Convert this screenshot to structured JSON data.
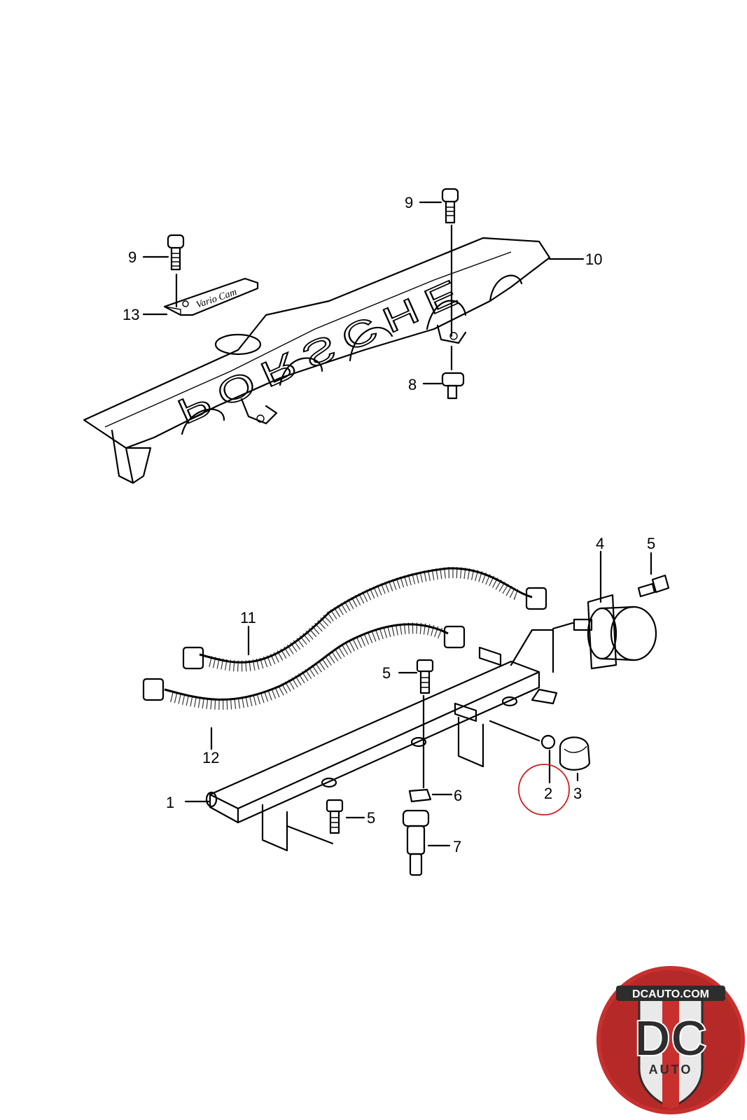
{
  "callouts": {
    "c1": "1",
    "c2": "2",
    "c3": "3",
    "c4": "4",
    "c5a": "5",
    "c5b": "5",
    "c5c": "5",
    "c6": "6",
    "c7": "7",
    "c8": "8",
    "c9a": "9",
    "c9b": "9",
    "c10": "10",
    "c11": "11",
    "c12": "12",
    "c13": "13"
  },
  "cover_lettering": "PORSCHE",
  "plate_lettering": "Vario Cam",
  "highlight": {
    "part": "2",
    "color": "#cc1f1f"
  },
  "logo": {
    "top_text": "DCAUTO.COM",
    "letters": "DC",
    "bottom_text": "AUTO",
    "colors": {
      "red": "#c8302e",
      "dark": "#2d2d2d",
      "light": "#f2f2f2"
    }
  }
}
